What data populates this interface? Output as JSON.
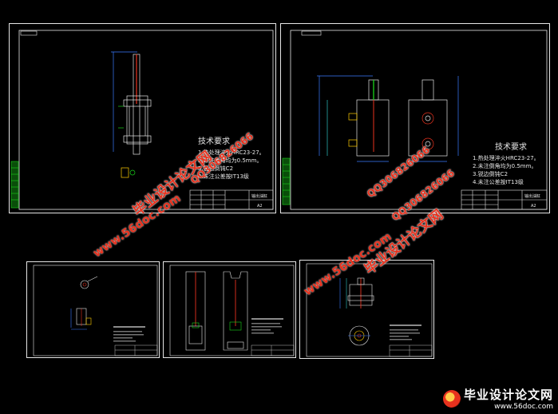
{
  "sheets": {
    "s1": {
      "tech_title": "技术要求",
      "tech_lines": [
        "1.热处理淬火HRC23-27。",
        "2.未注倒角均为0.5mm。",
        "3.锐边倒钝C2",
        "4.未注公差按IT13级"
      ],
      "table_name": "输出油缸",
      "table_code": "A2"
    },
    "s2": {
      "tech_title": "技术要求",
      "tech_lines": [
        "1.热处理淬火HRC23-27。",
        "2.未注倒角均为0.5mm。",
        "3.锐边倒钝C2",
        "4.未注公差按IT13级"
      ],
      "table_name": "输出油缸",
      "table_code": "A2"
    }
  },
  "watermarks": {
    "brand": "毕业设计论文网",
    "qq": "QQ306826066",
    "site": "www.56doc.com"
  },
  "footer": {
    "brand": "毕业设计论文网",
    "site": "www.56doc.com"
  },
  "colors": {
    "background": "#000000",
    "line": "#e6e6e6",
    "green": "#19d419",
    "red": "#e8321e",
    "blue": "#3a7bff",
    "cyan": "#2ec4c4"
  }
}
